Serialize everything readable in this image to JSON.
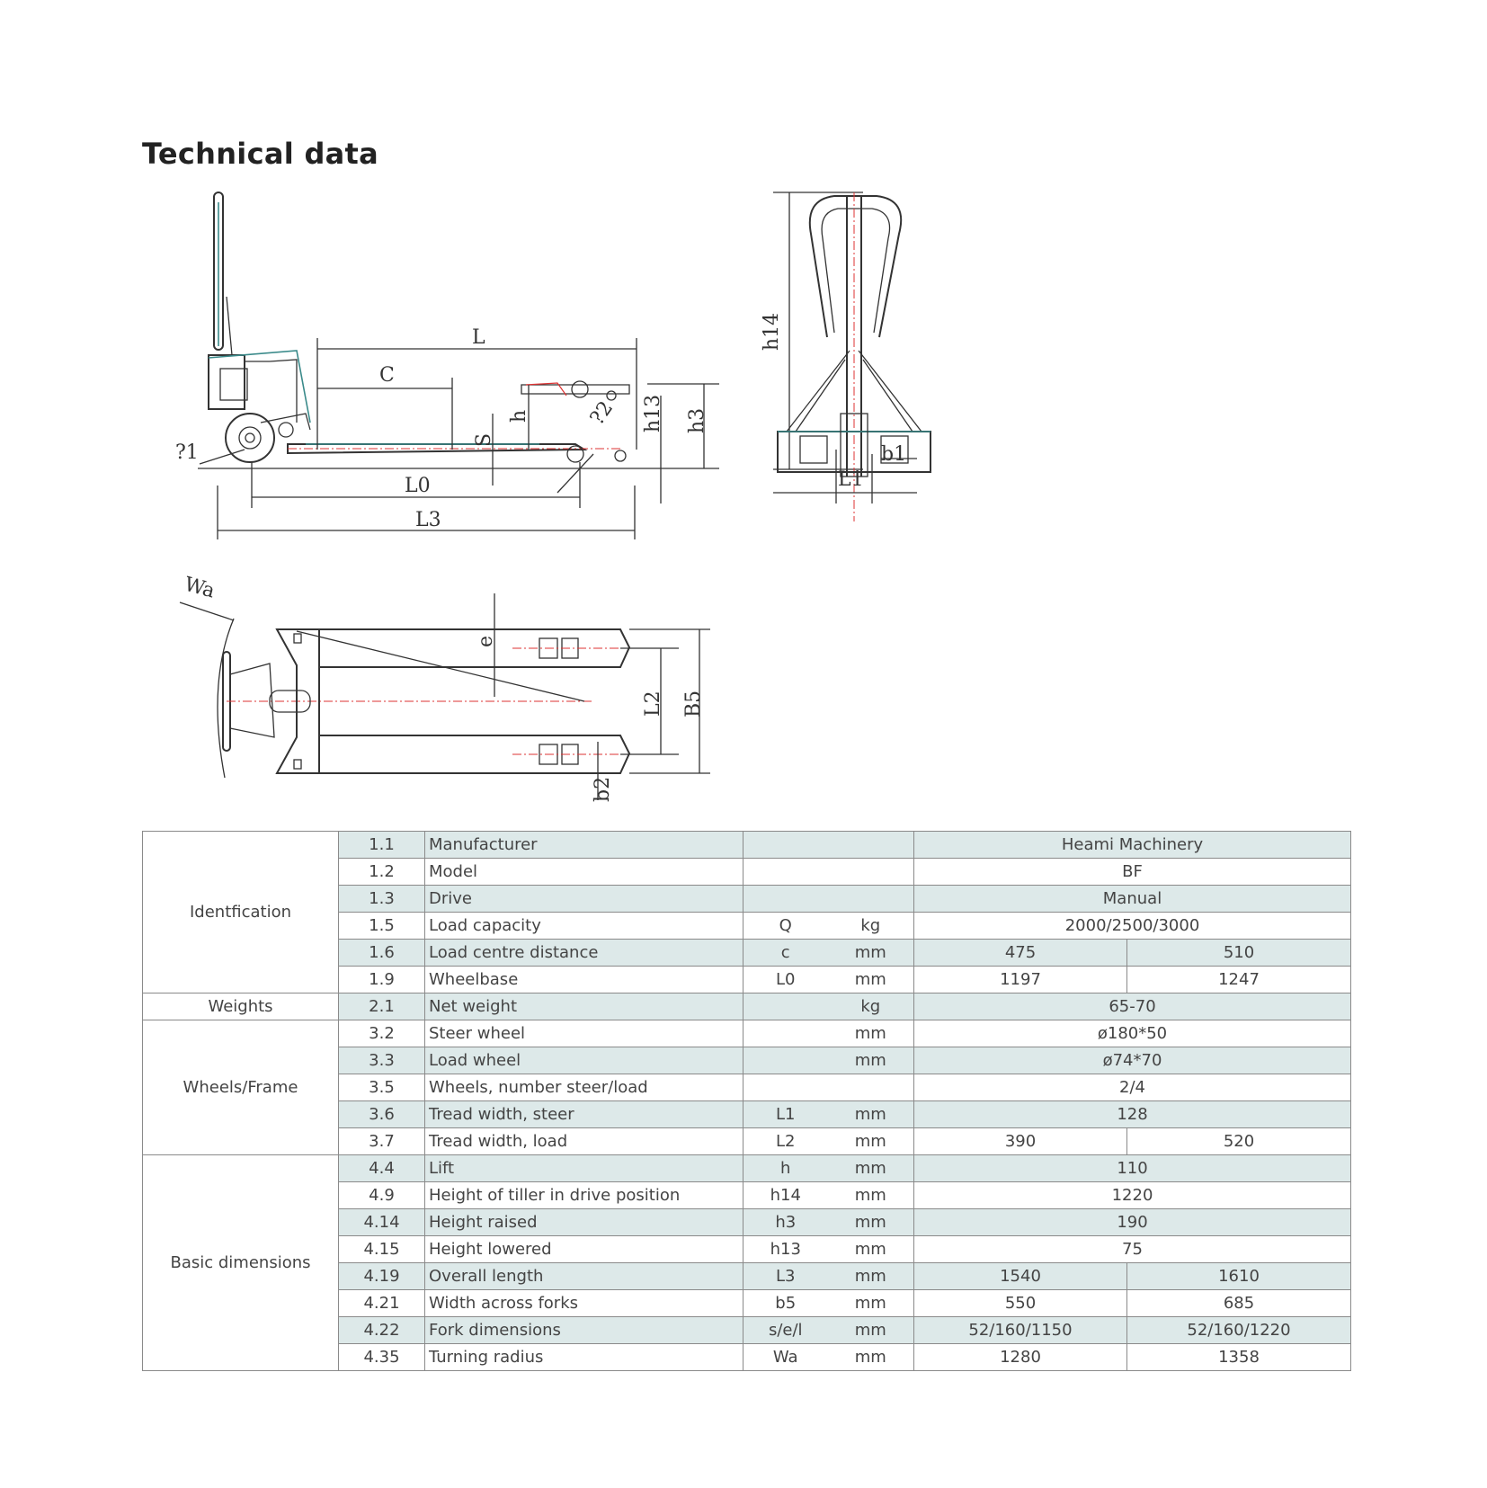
{
  "page": {
    "title": "Technical data"
  },
  "drawing_labels": {
    "side": {
      "L": "L",
      "C": "C",
      "S": "S",
      "h": "h",
      "h13": "h13",
      "h3": "h3",
      "L0": "L0",
      "L3": "L3",
      "a1": "?1",
      "a2": "?2"
    },
    "front": {
      "h14": "h14",
      "b1": "b1",
      "L1": "L1"
    },
    "top": {
      "Wa": "Wa",
      "e": "e",
      "L2": "L2",
      "B5": "B5",
      "b2": "b2"
    }
  },
  "spec_groups": [
    {
      "name": "Identfication",
      "rows": [
        {
          "no": "1.1",
          "name": "Manufacturer",
          "sym": "",
          "unit": "",
          "v1": "Heami Machinery",
          "v2": null,
          "shade": true
        },
        {
          "no": "1.2",
          "name": "Model",
          "sym": "",
          "unit": "",
          "v1": "BF",
          "v2": null,
          "shade": false
        },
        {
          "no": "1.3",
          "name": "Drive",
          "sym": "",
          "unit": "",
          "v1": "Manual",
          "v2": null,
          "shade": true
        },
        {
          "no": "1.5",
          "name": "Load capacity",
          "sym": "Q",
          "unit": "kg",
          "v1": "2000/2500/3000",
          "v2": null,
          "shade": false
        },
        {
          "no": "1.6",
          "name": "Load centre distance",
          "sym": "c",
          "unit": "mm",
          "v1": "475",
          "v2": "510",
          "shade": true
        },
        {
          "no": "1.9",
          "name": "Wheelbase",
          "sym": "L0",
          "unit": "mm",
          "v1": "1197",
          "v2": "1247",
          "shade": false
        }
      ]
    },
    {
      "name": "Weights",
      "rows": [
        {
          "no": "2.1",
          "name": "Net weight",
          "sym": "",
          "unit": "kg",
          "v1": "65-70",
          "v2": null,
          "shade": true
        }
      ]
    },
    {
      "name": "Wheels/Frame",
      "rows": [
        {
          "no": "3.2",
          "name": "Steer wheel",
          "sym": "",
          "unit": "mm",
          "v1": "ø180*50",
          "v2": null,
          "shade": false
        },
        {
          "no": "3.3",
          "name": "Load wheel",
          "sym": "",
          "unit": "mm",
          "v1": "ø74*70",
          "v2": null,
          "shade": true
        },
        {
          "no": "3.5",
          "name": "Wheels, number steer/load",
          "sym": "",
          "unit": "",
          "v1": "2/4",
          "v2": null,
          "shade": false
        },
        {
          "no": "3.6",
          "name": "Tread width, steer",
          "sym": "L1",
          "unit": "mm",
          "v1": "128",
          "v2": null,
          "shade": true
        },
        {
          "no": "3.7",
          "name": "Tread width, load",
          "sym": "L2",
          "unit": "mm",
          "v1": "390",
          "v2": "520",
          "shade": false
        }
      ]
    },
    {
      "name": "Basic dimensions",
      "rows": [
        {
          "no": "4.4",
          "name": "Lift",
          "sym": "h",
          "unit": "mm",
          "v1": "110",
          "v2": null,
          "shade": true
        },
        {
          "no": "4.9",
          "name": "Height of tiller in drive position",
          "sym": "h14",
          "unit": "mm",
          "v1": "1220",
          "v2": null,
          "shade": false
        },
        {
          "no": "4.14",
          "name": "Height raised",
          "sym": "h3",
          "unit": "mm",
          "v1": "190",
          "v2": null,
          "shade": true
        },
        {
          "no": "4.15",
          "name": "Height lowered",
          "sym": "h13",
          "unit": "mm",
          "v1": "75",
          "v2": null,
          "shade": false
        },
        {
          "no": "4.19",
          "name": "Overall length",
          "sym": "L3",
          "unit": "mm",
          "v1": "1540",
          "v2": "1610",
          "shade": true
        },
        {
          "no": "4.21",
          "name": "Width across forks",
          "sym": "b5",
          "unit": "mm",
          "v1": "550",
          "v2": "685",
          "shade": false
        },
        {
          "no": "4.22",
          "name": "Fork dimensions",
          "sym": "s/e/l",
          "unit": "mm",
          "v1": "52/160/1150",
          "v2": "52/160/1220",
          "shade": true
        },
        {
          "no": "4.35",
          "name": "Turning radius",
          "sym": "Wa",
          "unit": "mm",
          "v1": "1280",
          "v2": "1358",
          "shade": false
        }
      ]
    }
  ]
}
